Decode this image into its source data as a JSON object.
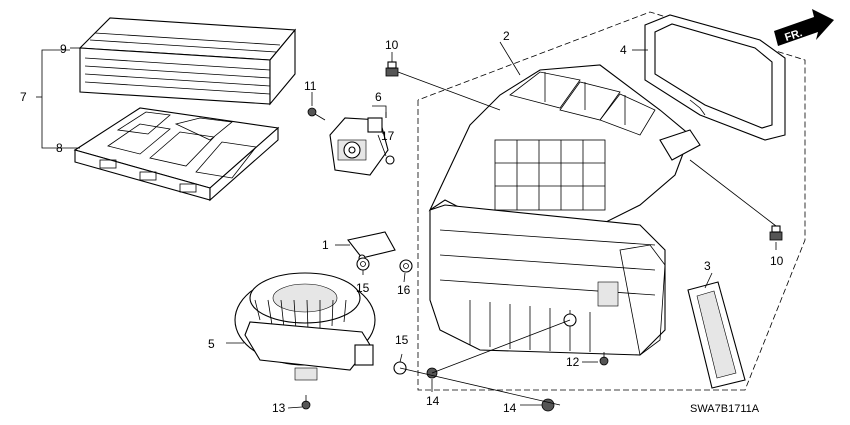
{
  "callouts": {
    "c1": "1",
    "c2": "2",
    "c3": "3",
    "c4": "4",
    "c5": "5",
    "c6": "6",
    "c7": "7",
    "c8": "8",
    "c9": "9",
    "c10a": "10",
    "c10b": "10",
    "c11": "11",
    "c12": "12",
    "c13": "13",
    "c14a": "14",
    "c14b": "14",
    "c15a": "15",
    "c15b": "15",
    "c16": "16",
    "c17": "17"
  },
  "direction_arrow": {
    "label": "FR.",
    "icon": "front-direction-arrow-icon"
  },
  "diagram_code": "SWA7B1711A"
}
